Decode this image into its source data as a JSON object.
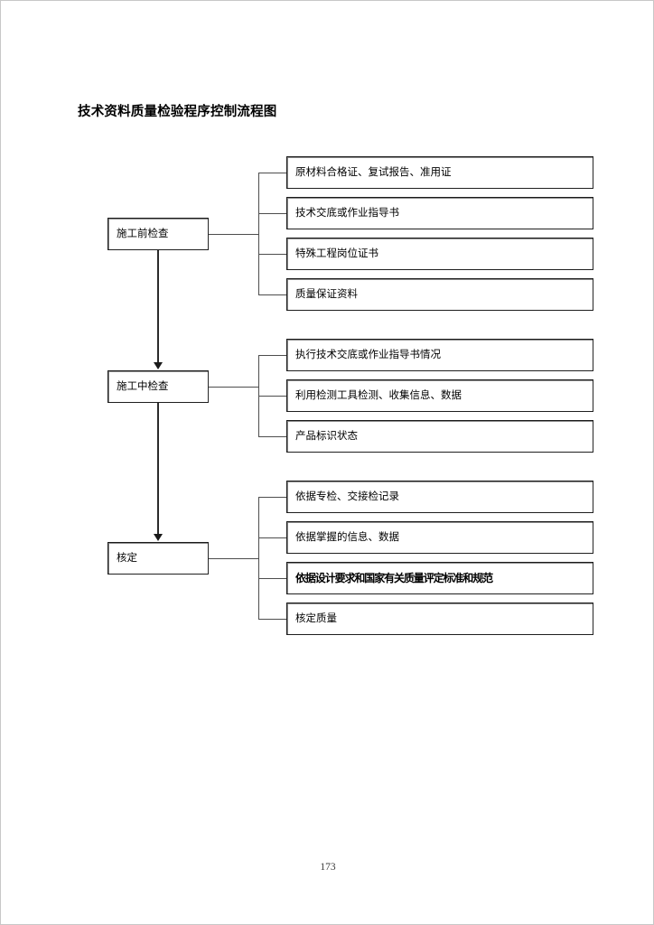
{
  "document": {
    "title": "技术资料质量检验程序控制流程图",
    "page_number": "173"
  },
  "flowchart": {
    "type": "flowchart",
    "orientation": "vertical-stages-with-horizontal-branches",
    "stages": [
      {
        "id": "stage-1",
        "label": "施工前检查",
        "details": [
          "原材料合格证、复试报告、准用证",
          "技术交底或作业指导书",
          "特殊工程岗位证书",
          "质量保证资料"
        ]
      },
      {
        "id": "stage-2",
        "label": "施工中检查",
        "details": [
          "执行技术交底或作业指导书情况",
          "利用检测工具检测、收集信息、数据",
          "产品标识状态"
        ]
      },
      {
        "id": "stage-3",
        "label": "核定",
        "details": [
          "依据专检、交接检记录",
          "依据掌握的信息、数据",
          "依据设计要求和国家有关质量评定标准和规范",
          "核定质量"
        ]
      }
    ],
    "connectors": [
      {
        "from": "stage-1",
        "to": "stage-2",
        "kind": "arrow-down"
      },
      {
        "from": "stage-2",
        "to": "stage-3",
        "kind": "arrow-down"
      }
    ],
    "colors": {
      "box_border": "#1a1a1a",
      "connector": "#4d4d4d",
      "text": "#000000",
      "background": "#ffffff"
    }
  }
}
